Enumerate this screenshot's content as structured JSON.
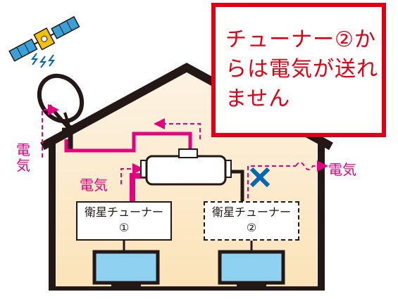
{
  "callout": {
    "text": "チューナー②からは電気が送れません"
  },
  "labels": {
    "power": "電気"
  },
  "tuners": [
    {
      "name": "衛星チューナー",
      "number": "①"
    },
    {
      "name": "衛星チューナー",
      "number": "②"
    }
  ],
  "colors": {
    "alert_red": "#e10013",
    "power_magenta": "#e4007f",
    "cable_blue": "#0068b7",
    "house_fill": "#fdf1dc",
    "outline": "#231815",
    "tv_screen": "#8fd1f0"
  },
  "icons": [
    "satellite-icon",
    "dish-antenna-icon",
    "power-splitter-icon",
    "blocked-x-icon",
    "tv-icon"
  ]
}
